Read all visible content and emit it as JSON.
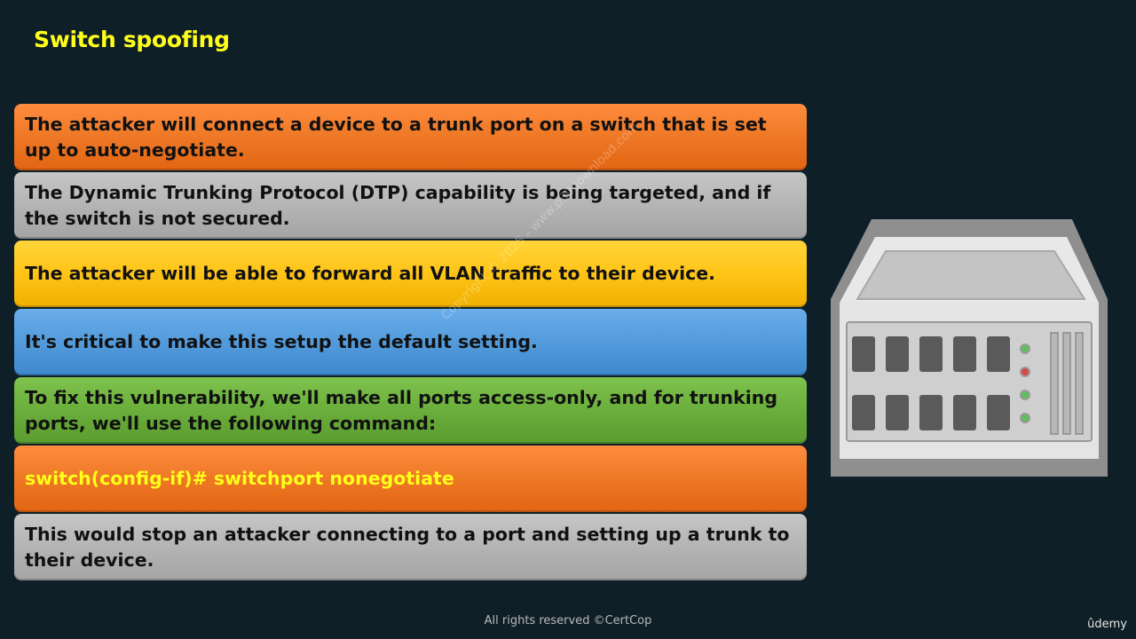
{
  "slide": {
    "title": "Switch spoofing"
  },
  "panels": [
    {
      "text": "The attacker will connect a device to a trunk port on a switch that is set up to auto-negotiate.",
      "color": "#ef7a28"
    },
    {
      "text": "The Dynamic Trunking Protocol (DTP) capability is being targeted, and if the switch is not secured.",
      "color": "#b6b6b6"
    },
    {
      "text": "The attacker will be able to forward all VLAN traffic to their device.",
      "color": "#ffc61a"
    },
    {
      "text": "It's critical to make this setup the default setting.",
      "color": "#559ddd"
    },
    {
      "text": "To fix this vulnerability, we'll make all ports access-only, and for trunking ports, we'll use the following command:",
      "color": "#6cb03d"
    },
    {
      "text": "switch(config-if)# switchport nonegotiate",
      "color": "#ef7a28"
    },
    {
      "text": "This would stop an attacker connecting to a port and setting up a trunk to their device.",
      "color": "#b6b6b6"
    }
  ],
  "illustration": {
    "icon": "network-switch-icon"
  },
  "watermark": {
    "text": "Copyright © 2025 - www.p30download.com"
  },
  "footer": {
    "copyright": "All rights reserved ©CertCop",
    "brand": "ûdemy"
  },
  "colors": {
    "background": "#0f1f28",
    "title": "#ffff1a",
    "command_text": "#ffff1a"
  }
}
